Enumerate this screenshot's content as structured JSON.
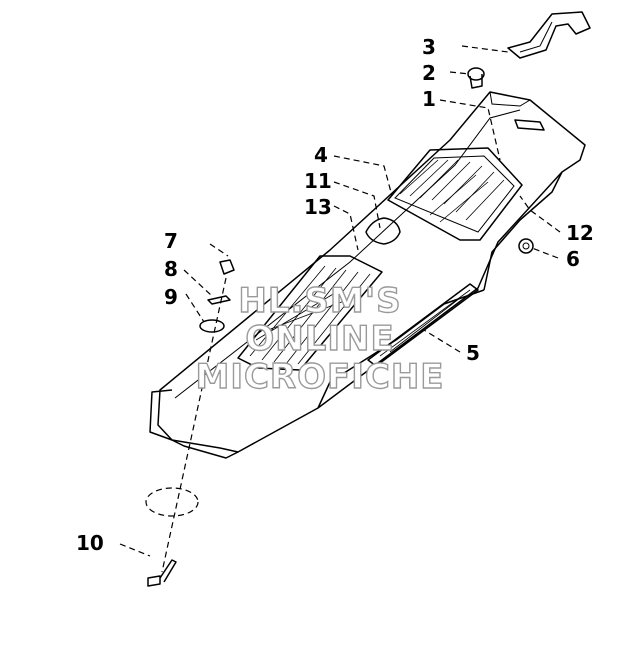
{
  "callouts": {
    "c1": "1",
    "c2": "2",
    "c3": "3",
    "c4": "4",
    "c5": "5",
    "c6": "6",
    "c7": "7",
    "c8": "8",
    "c9": "9",
    "c10": "10",
    "c11": "11",
    "c12": "12",
    "c13": "13"
  },
  "watermark": {
    "line1": "HL.SM'S",
    "line2": "ONLINE",
    "line3": "MICROFICHE"
  }
}
